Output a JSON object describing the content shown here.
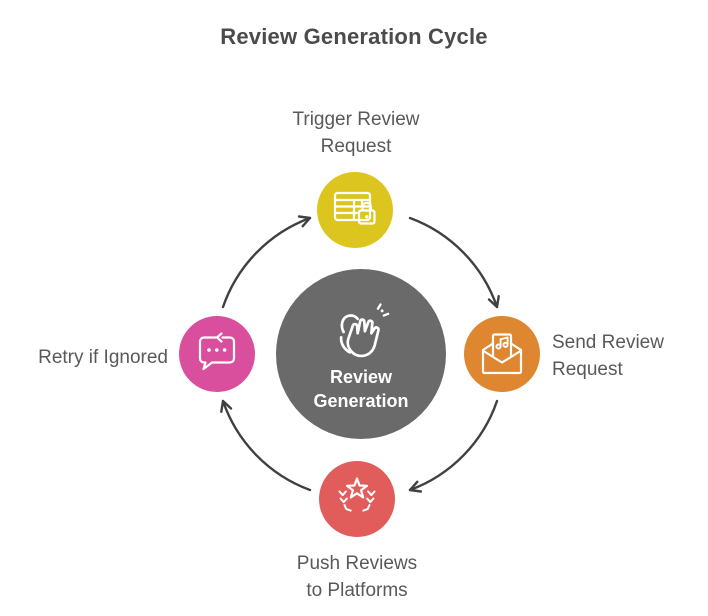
{
  "title": "Review Generation Cycle",
  "center": {
    "label": "Review\nGeneration",
    "icon": "clapping-hands-icon",
    "color": "#6a6a6a",
    "text_color": "#ffffff"
  },
  "steps": [
    {
      "id": "trigger",
      "position": "top",
      "label": "Trigger Review\nRequest",
      "icon": "table-lock-icon",
      "color": "#dcc51e"
    },
    {
      "id": "send",
      "position": "right",
      "label": "Send Review\nRequest",
      "icon": "envelope-music-note-icon",
      "color": "#de8630"
    },
    {
      "id": "push",
      "position": "bottom",
      "label": "Push Reviews\nto Platforms",
      "icon": "star-laurel-icon",
      "color": "#e05d5b"
    },
    {
      "id": "retry",
      "position": "left",
      "label": "Retry if Ignored",
      "icon": "chat-retry-icon",
      "color": "#d94f9e"
    }
  ],
  "arrows": {
    "color": "#3f4040",
    "direction": "clockwise"
  },
  "colors": {
    "background": "#ffffff",
    "title_text": "#4b4b4b",
    "label_text": "#58595b",
    "icon_stroke": "#ffffff"
  }
}
